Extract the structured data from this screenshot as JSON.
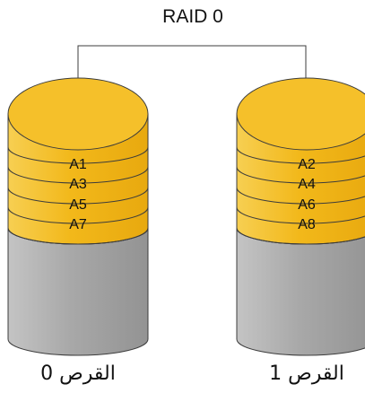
{
  "title": "RAID 0",
  "colors": {
    "stripe_fill": "#f2b81a",
    "stripe_top_fill": "#f5c02a",
    "base_fill": "#a6a6a6",
    "outline": "#3c3c3c",
    "background": "#ffffff"
  },
  "disks": [
    {
      "id": "disk-0",
      "label": "القرص 0",
      "segments": [
        "A1",
        "A3",
        "A5",
        "A7"
      ]
    },
    {
      "id": "disk-1",
      "label": "القرص 1",
      "segments": [
        "A2",
        "A4",
        "A6",
        "A8"
      ]
    }
  ]
}
